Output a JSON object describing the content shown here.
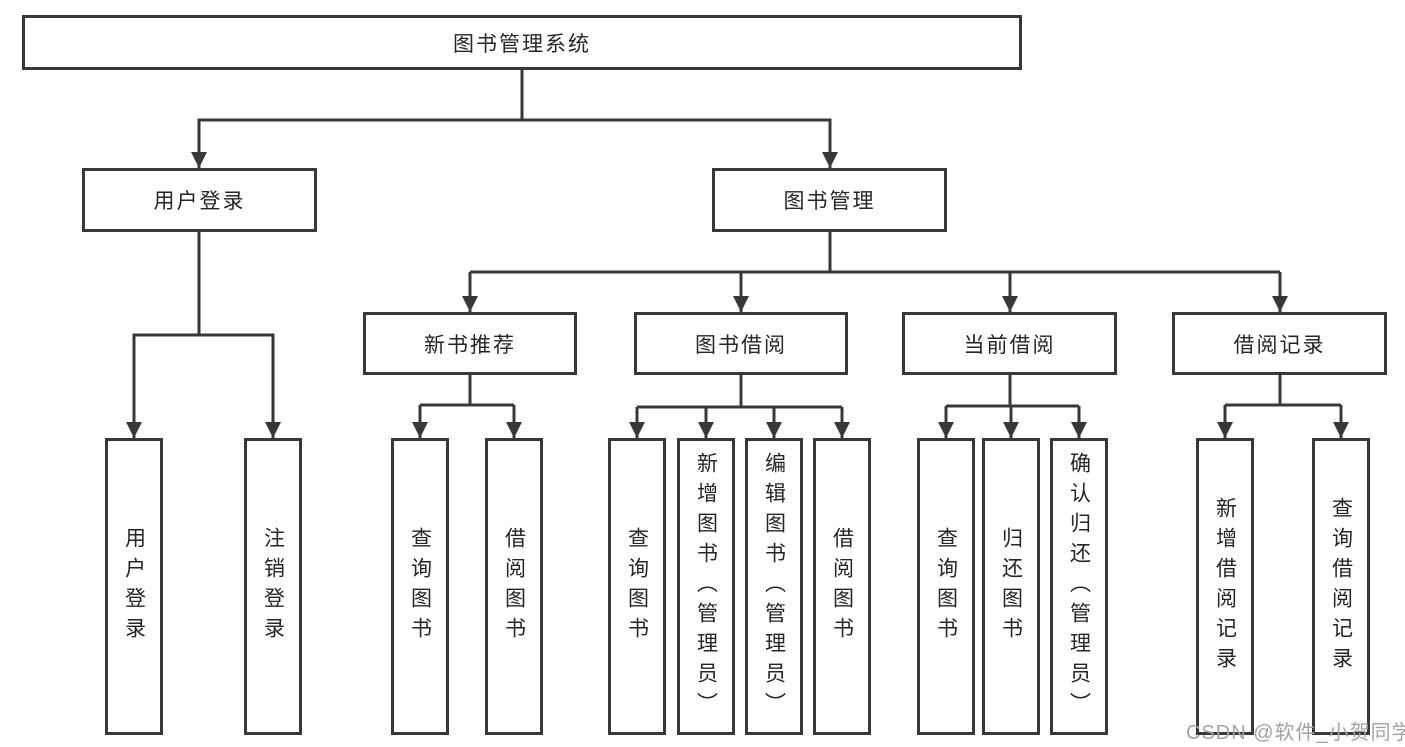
{
  "diagram": {
    "root": {
      "label": "图书管理系统"
    },
    "level2": [
      {
        "label": "用户登录"
      },
      {
        "label": "图书管理"
      }
    ],
    "level3": [
      {
        "label": "新书推荐",
        "parent": "图书管理"
      },
      {
        "label": "图书借阅",
        "parent": "图书管理"
      },
      {
        "label": "当前借阅",
        "parent": "图书管理"
      },
      {
        "label": "借阅记录",
        "parent": "图书管理"
      }
    ],
    "leaves": [
      {
        "label": "用户登录",
        "parent": "用户登录"
      },
      {
        "label": "注销登录",
        "parent": "用户登录"
      },
      {
        "label": "查询图书",
        "parent": "新书推荐"
      },
      {
        "label": "借阅图书",
        "parent": "新书推荐"
      },
      {
        "label": "查询图书",
        "parent": "图书借阅"
      },
      {
        "label": "新增图书（管理员）",
        "parent": "图书借阅"
      },
      {
        "label": "编辑图书（管理员）",
        "parent": "图书借阅"
      },
      {
        "label": "借阅图书",
        "parent": "图书借阅"
      },
      {
        "label": "查询图书",
        "parent": "当前借阅"
      },
      {
        "label": "归还图书",
        "parent": "当前借阅"
      },
      {
        "label": "确认归还（管理员）",
        "parent": "当前借阅"
      },
      {
        "label": "新增借阅记录",
        "parent": "借阅记录"
      },
      {
        "label": "查询借阅记录",
        "parent": "借阅记录"
      }
    ],
    "watermark": "CSDN @软件_小贺同学"
  },
  "colors": {
    "line": "#383838",
    "box_border": "#383838",
    "text": "#262626",
    "watermark": "#a3a3a3",
    "background": "#ffffff"
  }
}
